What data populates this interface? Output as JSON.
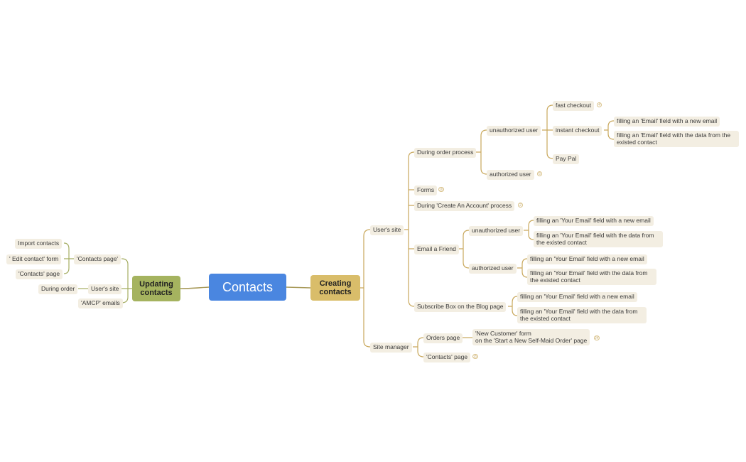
{
  "center": "Contacts",
  "creating": {
    "label": "Creating\ncontacts",
    "users_site": "User's site",
    "during_order": "During order process",
    "unauthorized_user_1": "unauthorized user",
    "fast_checkout": "fast checkout",
    "fast_checkout_badge": "4",
    "instant_checkout": "instant checkout",
    "ic_new_email": "filling an 'Email' field with a new email",
    "ic_existing": "filling an 'Email' field with the data from the existed contact",
    "pay_pal": "Pay Pal",
    "authorized_user_1": "authorized user",
    "authorized_user_1_badge": "6",
    "forms": "Forms",
    "forms_badge": "10",
    "create_account": "During 'Create An Account' process",
    "create_account_badge": "2",
    "email_friend": "Email a Friend",
    "unauthorized_user_2": "unauthorized user",
    "ef_u_new": "filling an 'Your Email' field with a new email",
    "ef_u_existing": "filling an 'Your Email' field with the data from the existed contact",
    "authorized_user_2": "authorized user",
    "ef_a_new": "filling an 'Your Email' field with a new email",
    "ef_a_existing": "filling an 'Your Email' field with the data from the existed contact",
    "subscribe_box": "Subscribe Box on the Blog page",
    "sb_new": "filling an 'Your Email' field with a new email",
    "sb_existing": "filling an 'Your Email' field with the data from the existed contact",
    "site_manager": "Site manager",
    "orders_page": "Orders page",
    "new_customer_form": "'New Customer' form\non the 'Start a New Self-Maid Order' page",
    "new_customer_badge": "24",
    "contacts_page": "'Contacts' page",
    "contacts_page_badge": "15"
  },
  "updating": {
    "label": "Updating\ncontacts",
    "contacts_page": "'Contacts page'",
    "import_contacts": "Import contacts",
    "edit_contact_form": "' Edit contact' form",
    "contacts_page_2": "'Contacts' page",
    "users_site": "User's site",
    "during_order": "During order",
    "amcp_emails": "'AMCP' emails"
  }
}
